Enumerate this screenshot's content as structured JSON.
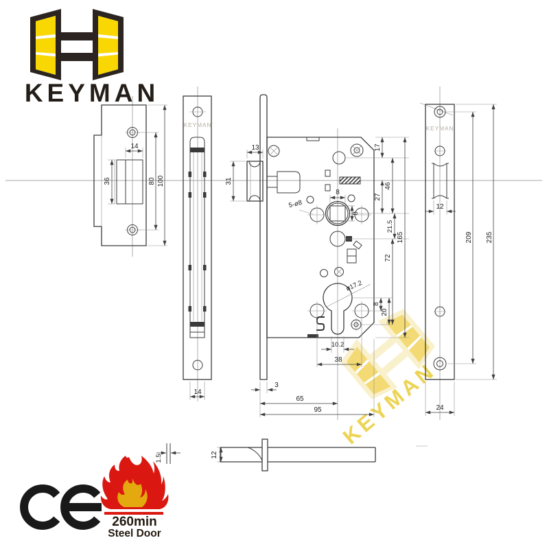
{
  "brand": {
    "name": "KEYMAN"
  },
  "watermarks": {
    "edge_plate": "KEYMAN",
    "faceplate": "KEYMAN",
    "diagonal": "KEYMAN"
  },
  "certification": {
    "ce_mark": "CE",
    "fire_rating": "260min",
    "fire_door_type": "Steel Door"
  },
  "drawings": {
    "strike_plate": {
      "dims": {
        "cutout_width": "14",
        "cutout_height": "36",
        "screw_spacing": "80",
        "plate_height": "100"
      }
    },
    "edge_view": {
      "dims": {
        "plate_width": "14"
      }
    },
    "latch_bolt": {
      "dims": {
        "depth": "13",
        "height": "31"
      }
    },
    "lock_body": {
      "dims": {
        "top_to_hole": "17",
        "hole_to_spindle": "46",
        "center_to_spindle": "27",
        "spindle_to_follower": "21.5",
        "case_height": "165",
        "follower_to_screw": "72",
        "square_width": "8",
        "square_height": "8",
        "holes_note": "5-ø8",
        "cylinder_dia": "ø17.2",
        "cyl_to_hole": "8",
        "cyl_to_screw": "20",
        "cylinder_width": "10.2",
        "hole_spacing": "38",
        "plate_offset": "3",
        "backset": "65",
        "case_depth": "95"
      }
    },
    "faceplate": {
      "dims": {
        "cutout_width": "12",
        "screw_spacing": "209",
        "plate_length": "235",
        "plate_width": "24"
      }
    },
    "latch_top_view": {
      "dims": {
        "plate_thickness": "1.5",
        "bolt_width": "12"
      }
    }
  }
}
